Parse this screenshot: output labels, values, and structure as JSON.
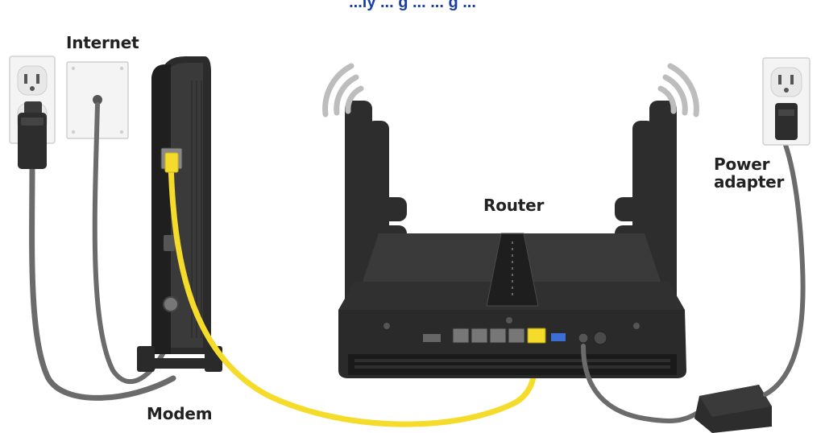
{
  "title": "...ly ... g ... ... g ...",
  "labels": {
    "internet": "Internet",
    "router": "Router",
    "power_adapter_line1": "Power",
    "power_adapter_line2": "adapter",
    "modem": "Modem"
  },
  "colors": {
    "ethernet_cable": "#f5dc2a",
    "power_cable": "#6b6b6b",
    "device_body": "#2f2f30",
    "device_dark": "#1c1c1d",
    "wall_plate": "#f2f2f2",
    "signal_waves": "#bdbdbd"
  },
  "icons": [
    "wifi-signal-icon",
    "wall-outlet-icon",
    "ethernet-port-icon",
    "power-plug-icon"
  ]
}
